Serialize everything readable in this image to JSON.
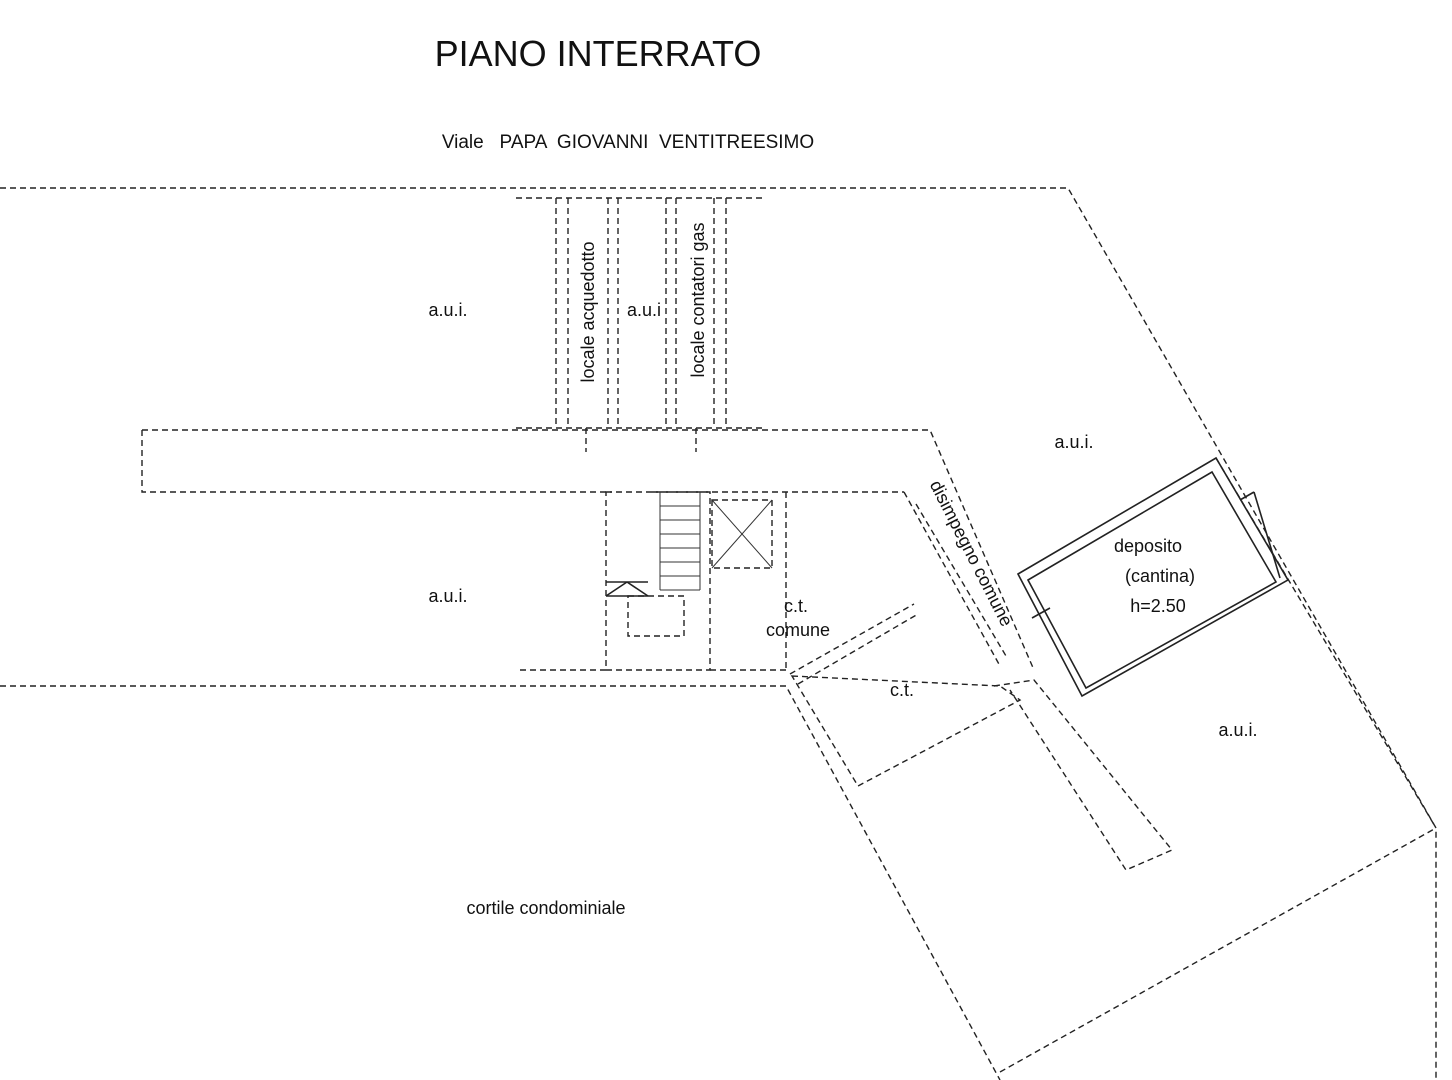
{
  "title": "PIANO INTERRATO",
  "street": "Viale   PAPA  GIOVANNI  VENTITREESIMO",
  "rooms": {
    "aui_top_left": "a.u.i.",
    "aui_mid_left": "a.u.i.",
    "aui_narrow": "a.u.i",
    "aui_right_top": "a.u.i.",
    "aui_right_bottom": "a.u.i.",
    "locale_acquedotto": "locale acquedotto",
    "locale_contatori_gas": "locale contatori gas",
    "ct_comune_line1": "c.t.",
    "ct_comune_line2": "comune",
    "ct": "c.t.",
    "disimpegno_comune": "disimpegno comune",
    "deposito_line1": "deposito",
    "deposito_line2": "(cantina)",
    "deposito_line3": "h=2.50",
    "cortile_condominiale": "cortile condominiale"
  }
}
